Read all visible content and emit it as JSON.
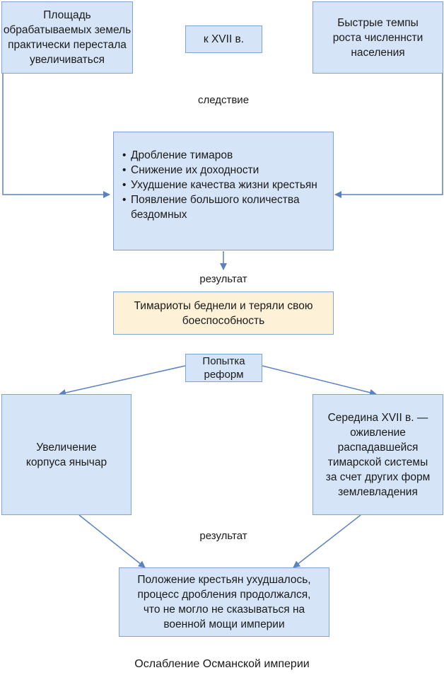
{
  "top_left": "Площадь обрабатываемых земель практически перестала увеличиваться",
  "top_center": "к XVII в.",
  "top_right": "Быстрые темпы роста численнсти населения",
  "label_consequence": "следствие",
  "consequences": [
    "Дробление тимаров",
    "Снижение их доходности",
    "Ухудшение качества жизни крестьян",
    "Появление большого количества бездомных"
  ],
  "label_result_1": "результат",
  "result_box": "Тимариоты беднели и теряли свою боеспособность",
  "reform_attempt": "Попытка реформ",
  "left_reform": "Увеличение корпуса янычар",
  "right_reform": "Середина XVII в. — оживление распадавшейся тимарской системы за счет других форм землевладения",
  "label_result_2": "результат",
  "final_box": "Положение крестьян ухудшалось, процесс дробления продолжался, что не могло не сказываться на военной мощи империи",
  "caption": "Ослабление Османской империи",
  "colors": {
    "box_fill": "#d6e4f7",
    "box_border": "#7ea3d6",
    "highlight_fill": "#fdf1d8",
    "arrow": "#5b82c0"
  }
}
